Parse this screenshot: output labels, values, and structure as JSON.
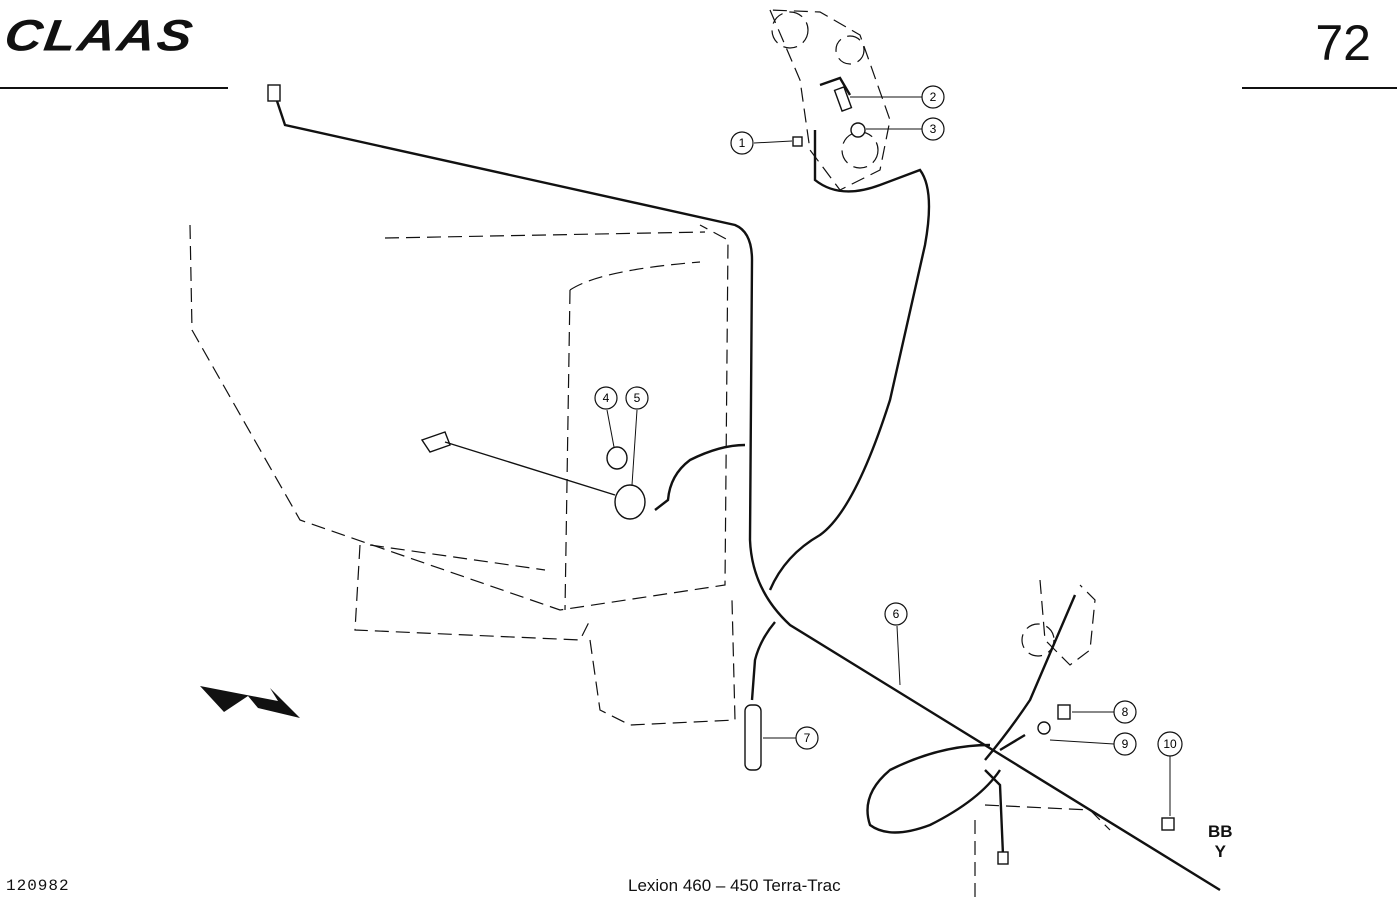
{
  "header": {
    "brand_logo": "CLAAS",
    "page_number": "72"
  },
  "footer": {
    "drawing_code": "120982",
    "model": "Lexion 460 – 450 Terra-Trac"
  },
  "connection_label": {
    "line1": "BB",
    "line2": "Y"
  },
  "callouts": [
    {
      "id": "1",
      "label": "1"
    },
    {
      "id": "2",
      "label": "2"
    },
    {
      "id": "3",
      "label": "3"
    },
    {
      "id": "4",
      "label": "4"
    },
    {
      "id": "5",
      "label": "5"
    },
    {
      "id": "6",
      "label": "6"
    },
    {
      "id": "7",
      "label": "7"
    },
    {
      "id": "8",
      "label": "8"
    },
    {
      "id": "9",
      "label": "9"
    },
    {
      "id": "10",
      "label": "10"
    }
  ],
  "colors": {
    "ink": "#111111",
    "background": "#ffffff"
  }
}
